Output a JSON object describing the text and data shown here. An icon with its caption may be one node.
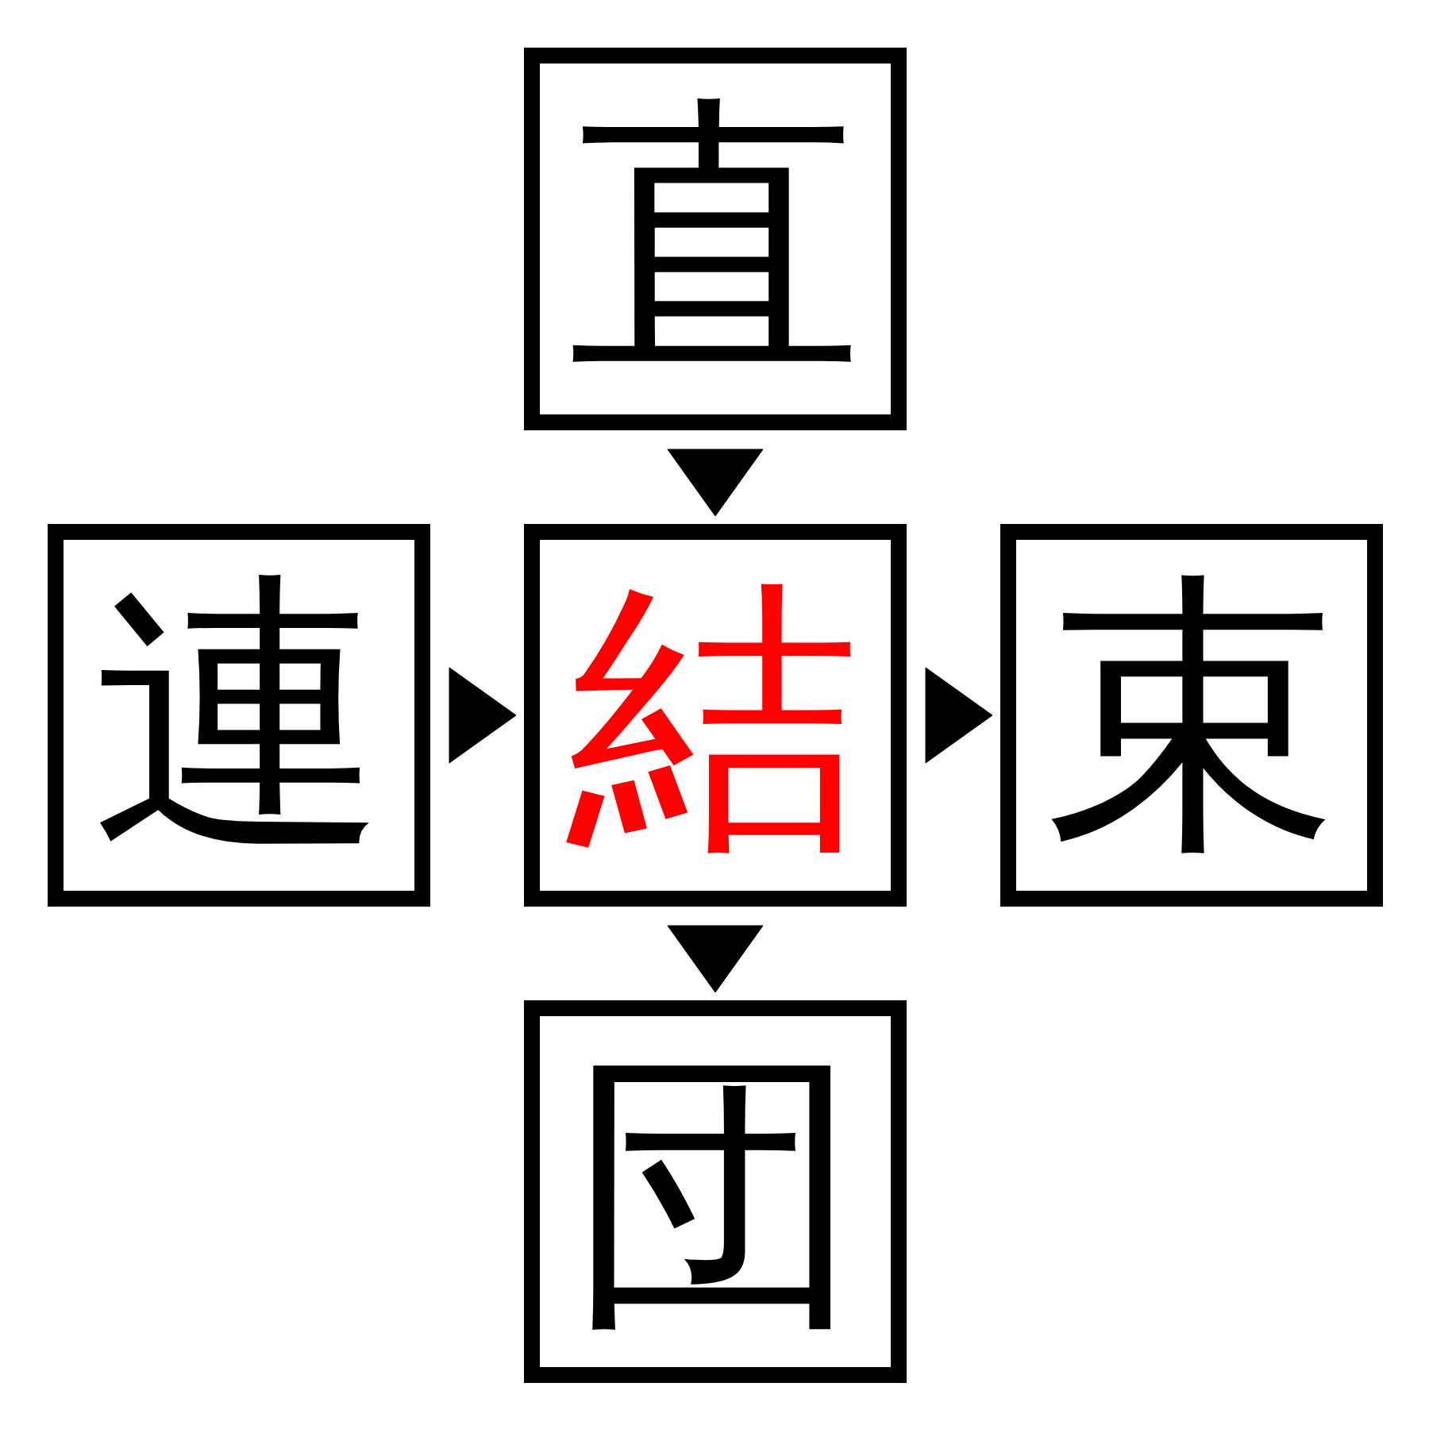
{
  "diagram": {
    "nodes": [
      {
        "text": [
          "直"
        ]
      },
      {
        "text": [
          "連"
        ]
      },
      {
        "text": [
          "結"
        ]
      },
      {
        "text": [
          "束"
        ]
      },
      {
        "text": [
          "団"
        ]
      }
    ],
    "edges": [
      {
        "from": 0,
        "to": 2,
        "arrow": "to"
      },
      {
        "from": 1,
        "to": 2,
        "arrow": "to"
      },
      {
        "from": 2,
        "to": 3,
        "arrow": "to"
      },
      {
        "from": 2,
        "to": 4,
        "arrow": "to"
      }
    ]
  }
}
